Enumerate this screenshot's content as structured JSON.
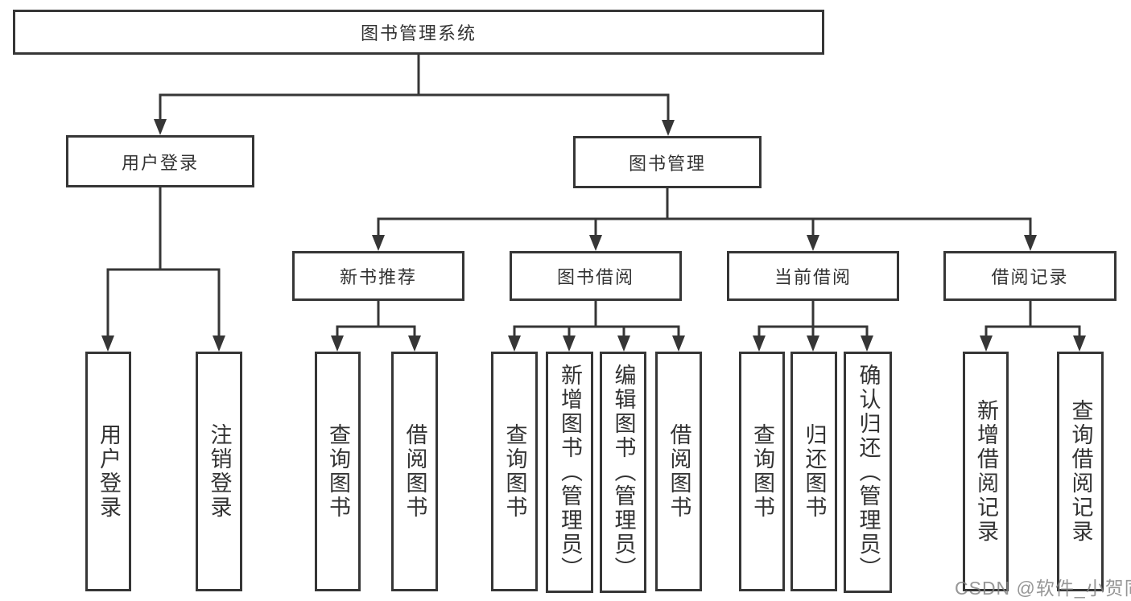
{
  "colors": {
    "line": "#363636",
    "text": "#333333",
    "background": "#ffffff",
    "watermark": "#8c8c8c"
  },
  "watermark": {
    "text": "CSDN @软件_小贺同学"
  },
  "tree": {
    "label": "图书管理系统",
    "children": [
      {
        "label": "用户登录",
        "children": [
          {
            "label": "用户登录"
          },
          {
            "label": "注销登录"
          }
        ]
      },
      {
        "label": "图书管理",
        "children": [
          {
            "label": "新书推荐",
            "children": [
              {
                "label": "查询图书"
              },
              {
                "label": "借阅图书"
              }
            ]
          },
          {
            "label": "图书借阅",
            "children": [
              {
                "label": "查询图书"
              },
              {
                "label": "新增图书（管理员）"
              },
              {
                "label": "编辑图书（管理员）"
              },
              {
                "label": "借阅图书"
              }
            ]
          },
          {
            "label": "当前借阅",
            "children": [
              {
                "label": "查询图书"
              },
              {
                "label": "归还图书"
              },
              {
                "label": "确认归还（管理员）"
              }
            ]
          },
          {
            "label": "借阅记录",
            "children": [
              {
                "label": "新增借阅记录"
              },
              {
                "label": "查询借阅记录"
              }
            ]
          }
        ]
      }
    ]
  }
}
